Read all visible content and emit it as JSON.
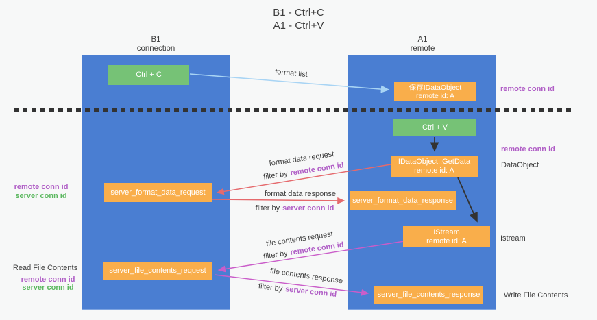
{
  "title": {
    "line1": "B1 - Ctrl+C",
    "line2": "A1 - Ctrl+V"
  },
  "lanes": {
    "left": {
      "name": "B1",
      "role": "connection"
    },
    "right": {
      "name": "A1",
      "role": "remote"
    }
  },
  "boxes": {
    "ctrl_c": "Ctrl + C",
    "ctrl_v": "Ctrl + V",
    "save_dataobject": {
      "line1": "保存IDataObject",
      "line2": "remote id: A"
    },
    "getdata": {
      "line1": "IDataObject::GetData",
      "line2": "remote id: A"
    },
    "istream": {
      "line1": "IStream",
      "line2": "remote id: A"
    },
    "format_request": "server_format_data_request",
    "format_response": "server_format_data_response",
    "file_request": "server_file_contents_request",
    "file_response": "server_file_contents_response"
  },
  "arrows": {
    "format_list": "format list",
    "format_data_request": "format data request",
    "format_data_response": "format data response",
    "file_contents_request": "file contents request",
    "file_contents_response": "file contents response",
    "filter_by": "filter by"
  },
  "labels": {
    "remote_conn_id": "remote conn id",
    "server_conn_id": "server conn id",
    "dataobject": "DataObject",
    "istream": "Istream",
    "read_file_contents": "Read File Contents",
    "write_file_contents": "Write File Contents"
  },
  "colors": {
    "lane_blue": "#4a7ed2",
    "box_green": "#76c276",
    "box_orange": "#f9ae4b",
    "arrow_light_blue": "#a8d4f4",
    "arrow_red": "#e56a6d",
    "arrow_magenta": "#ca5dc9",
    "arrow_black": "#333333",
    "text_purple": "#b05ec6",
    "text_green": "#5cb860",
    "background": "#f7f8f8"
  }
}
